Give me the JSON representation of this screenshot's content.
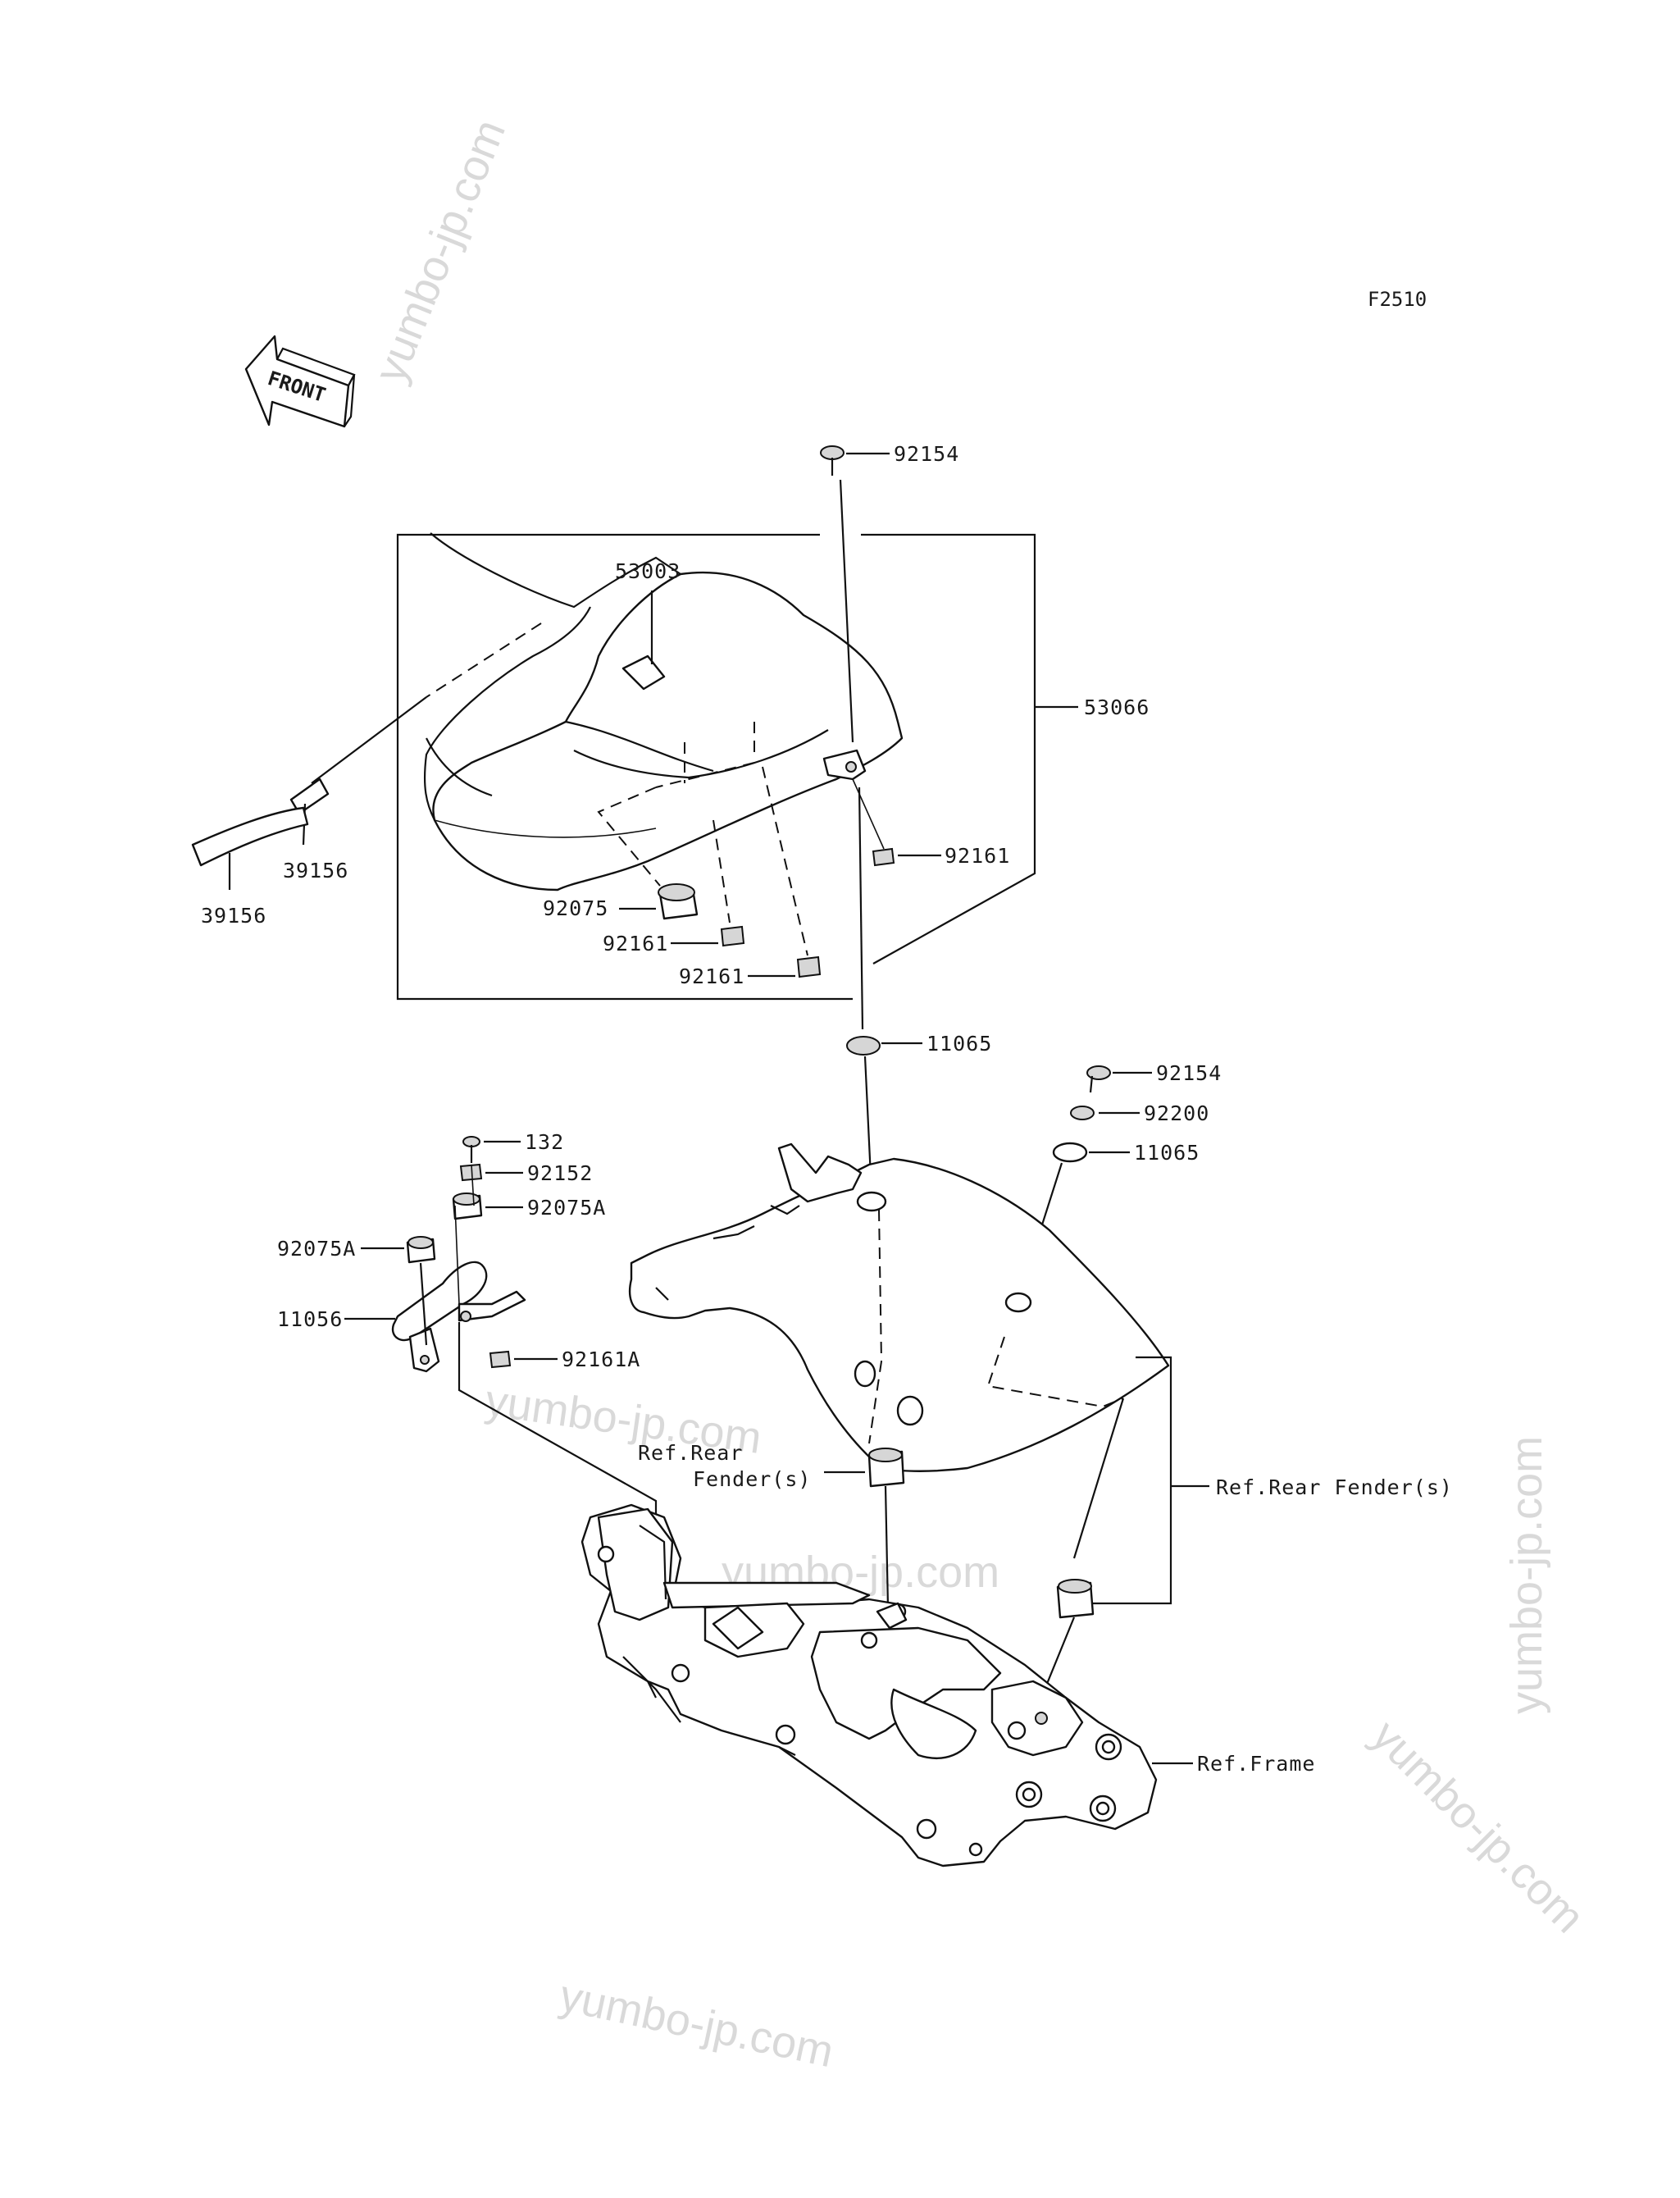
{
  "diagram": {
    "code": "F2510",
    "front_arrow": "FRONT",
    "watermark": "yumbo-jp.com"
  },
  "labels": {
    "p92154_top": "92154",
    "p53003": "53003",
    "p53066": "53066",
    "p92161_right": "92161",
    "p39156_inner": "39156",
    "p39156_outer": "39156",
    "p92075": "92075",
    "p92161_mid": "92161",
    "p92161_low": "92161",
    "p11065_center": "11065",
    "p92154_right": "92154",
    "p92200": "92200",
    "p11065_right": "11065",
    "p132": "132",
    "p92152": "92152",
    "p92075A_right": "92075A",
    "p92075A_left": "92075A",
    "p11056": "11056",
    "p92161A": "92161A",
    "ref_rear_1": "Ref.Rear",
    "ref_rear_2": "Fender(s)",
    "ref_rear_fender_right": "Ref.Rear Fender(s)",
    "ref_frame": "Ref.Frame"
  }
}
